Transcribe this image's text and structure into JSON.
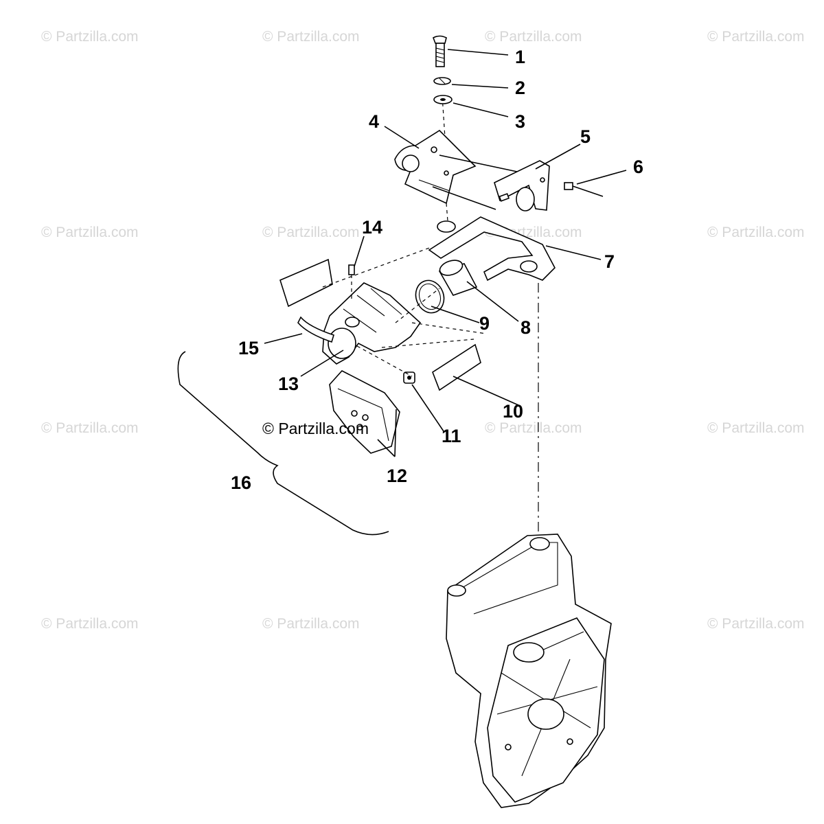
{
  "watermark_text": "© Partzilla.com",
  "credit_text": "© Partzilla.com",
  "callouts": [
    "1",
    "2",
    "3",
    "4",
    "5",
    "6",
    "7",
    "8",
    "9",
    "10",
    "11",
    "12",
    "13",
    "14",
    "15",
    "16"
  ]
}
